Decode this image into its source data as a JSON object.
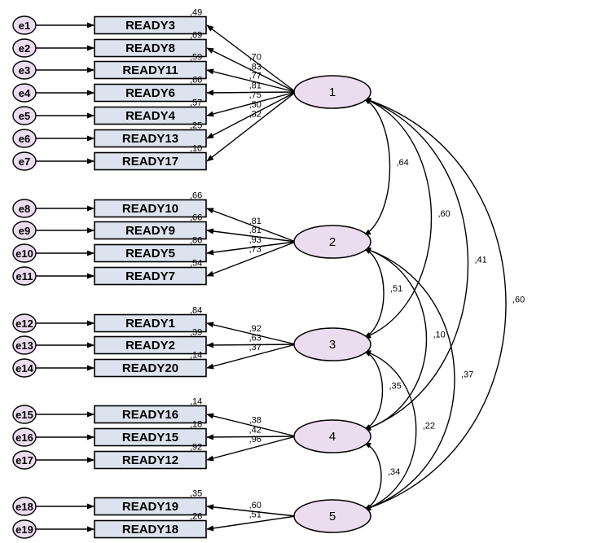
{
  "colors": {
    "box_fill": "#dde3ee",
    "ellipse_fill": "#ecdcef",
    "stroke": "#000000"
  },
  "indicators": [
    {
      "label": "READY3",
      "error": "e1",
      "factor": 1,
      "loading": ",70",
      "r2": ",49"
    },
    {
      "label": "READY8",
      "error": "e2",
      "factor": 1,
      "loading": ",83",
      "r2": ",69"
    },
    {
      "label": "READY11",
      "error": "e3",
      "factor": 1,
      "loading": ",77",
      "r2": ",59"
    },
    {
      "label": "READY6",
      "error": "e4",
      "factor": 1,
      "loading": ",81",
      "r2": ",66"
    },
    {
      "label": "READY4",
      "error": "e5",
      "factor": 1,
      "loading": ",75",
      "r2": ",57"
    },
    {
      "label": "READY13",
      "error": "e6",
      "factor": 1,
      "loading": ",50",
      "r2": ",25"
    },
    {
      "label": "READY17",
      "error": "e7",
      "factor": 1,
      "loading": ",32",
      "r2": ",10"
    },
    {
      "label": "READY10",
      "error": "e8",
      "factor": 2,
      "loading": ",81",
      "r2": ",66"
    },
    {
      "label": "READY9",
      "error": "e9",
      "factor": 2,
      "loading": ",81",
      "r2": ",66"
    },
    {
      "label": "READY5",
      "error": "e10",
      "factor": 2,
      "loading": ",93",
      "r2": ",86"
    },
    {
      "label": "READY7",
      "error": "e11",
      "factor": 2,
      "loading": ",73",
      "r2": ",54"
    },
    {
      "label": "READY1",
      "error": "e12",
      "factor": 3,
      "loading": ",92",
      "r2": ",84"
    },
    {
      "label": "READY2",
      "error": "e13",
      "factor": 3,
      "loading": ",63",
      "r2": ",39"
    },
    {
      "label": "READY20",
      "error": "e14",
      "factor": 3,
      "loading": ",37",
      "r2": ",14"
    },
    {
      "label": "READY16",
      "error": "e15",
      "factor": 4,
      "loading": ",38",
      "r2": ",14"
    },
    {
      "label": "READY15",
      "error": "e16",
      "factor": 4,
      "loading": ",42",
      "r2": ",18"
    },
    {
      "label": "READY12",
      "error": "e17",
      "factor": 4,
      "loading": ",96",
      "r2": ",92"
    },
    {
      "label": "READY19",
      "error": "e18",
      "factor": 5,
      "loading": ",60",
      "r2": ",35"
    },
    {
      "label": "READY18",
      "error": "e19",
      "factor": 5,
      "loading": ",51",
      "r2": ",26"
    }
  ],
  "factors": [
    {
      "id": 1,
      "label": "1"
    },
    {
      "id": 2,
      "label": "2"
    },
    {
      "id": 3,
      "label": "3"
    },
    {
      "id": 4,
      "label": "4"
    },
    {
      "id": 5,
      "label": "5"
    }
  ],
  "correlations": [
    {
      "from": 1,
      "to": 2,
      "value": ",64"
    },
    {
      "from": 1,
      "to": 3,
      "value": ",60"
    },
    {
      "from": 1,
      "to": 4,
      "value": ",41"
    },
    {
      "from": 1,
      "to": 5,
      "value": ",60"
    },
    {
      "from": 2,
      "to": 3,
      "value": ",51"
    },
    {
      "from": 2,
      "to": 4,
      "value": ",10"
    },
    {
      "from": 2,
      "to": 5,
      "value": ",37"
    },
    {
      "from": 3,
      "to": 4,
      "value": ",35"
    },
    {
      "from": 3,
      "to": 5,
      "value": ",22"
    },
    {
      "from": 4,
      "to": 5,
      "value": ",34"
    }
  ]
}
